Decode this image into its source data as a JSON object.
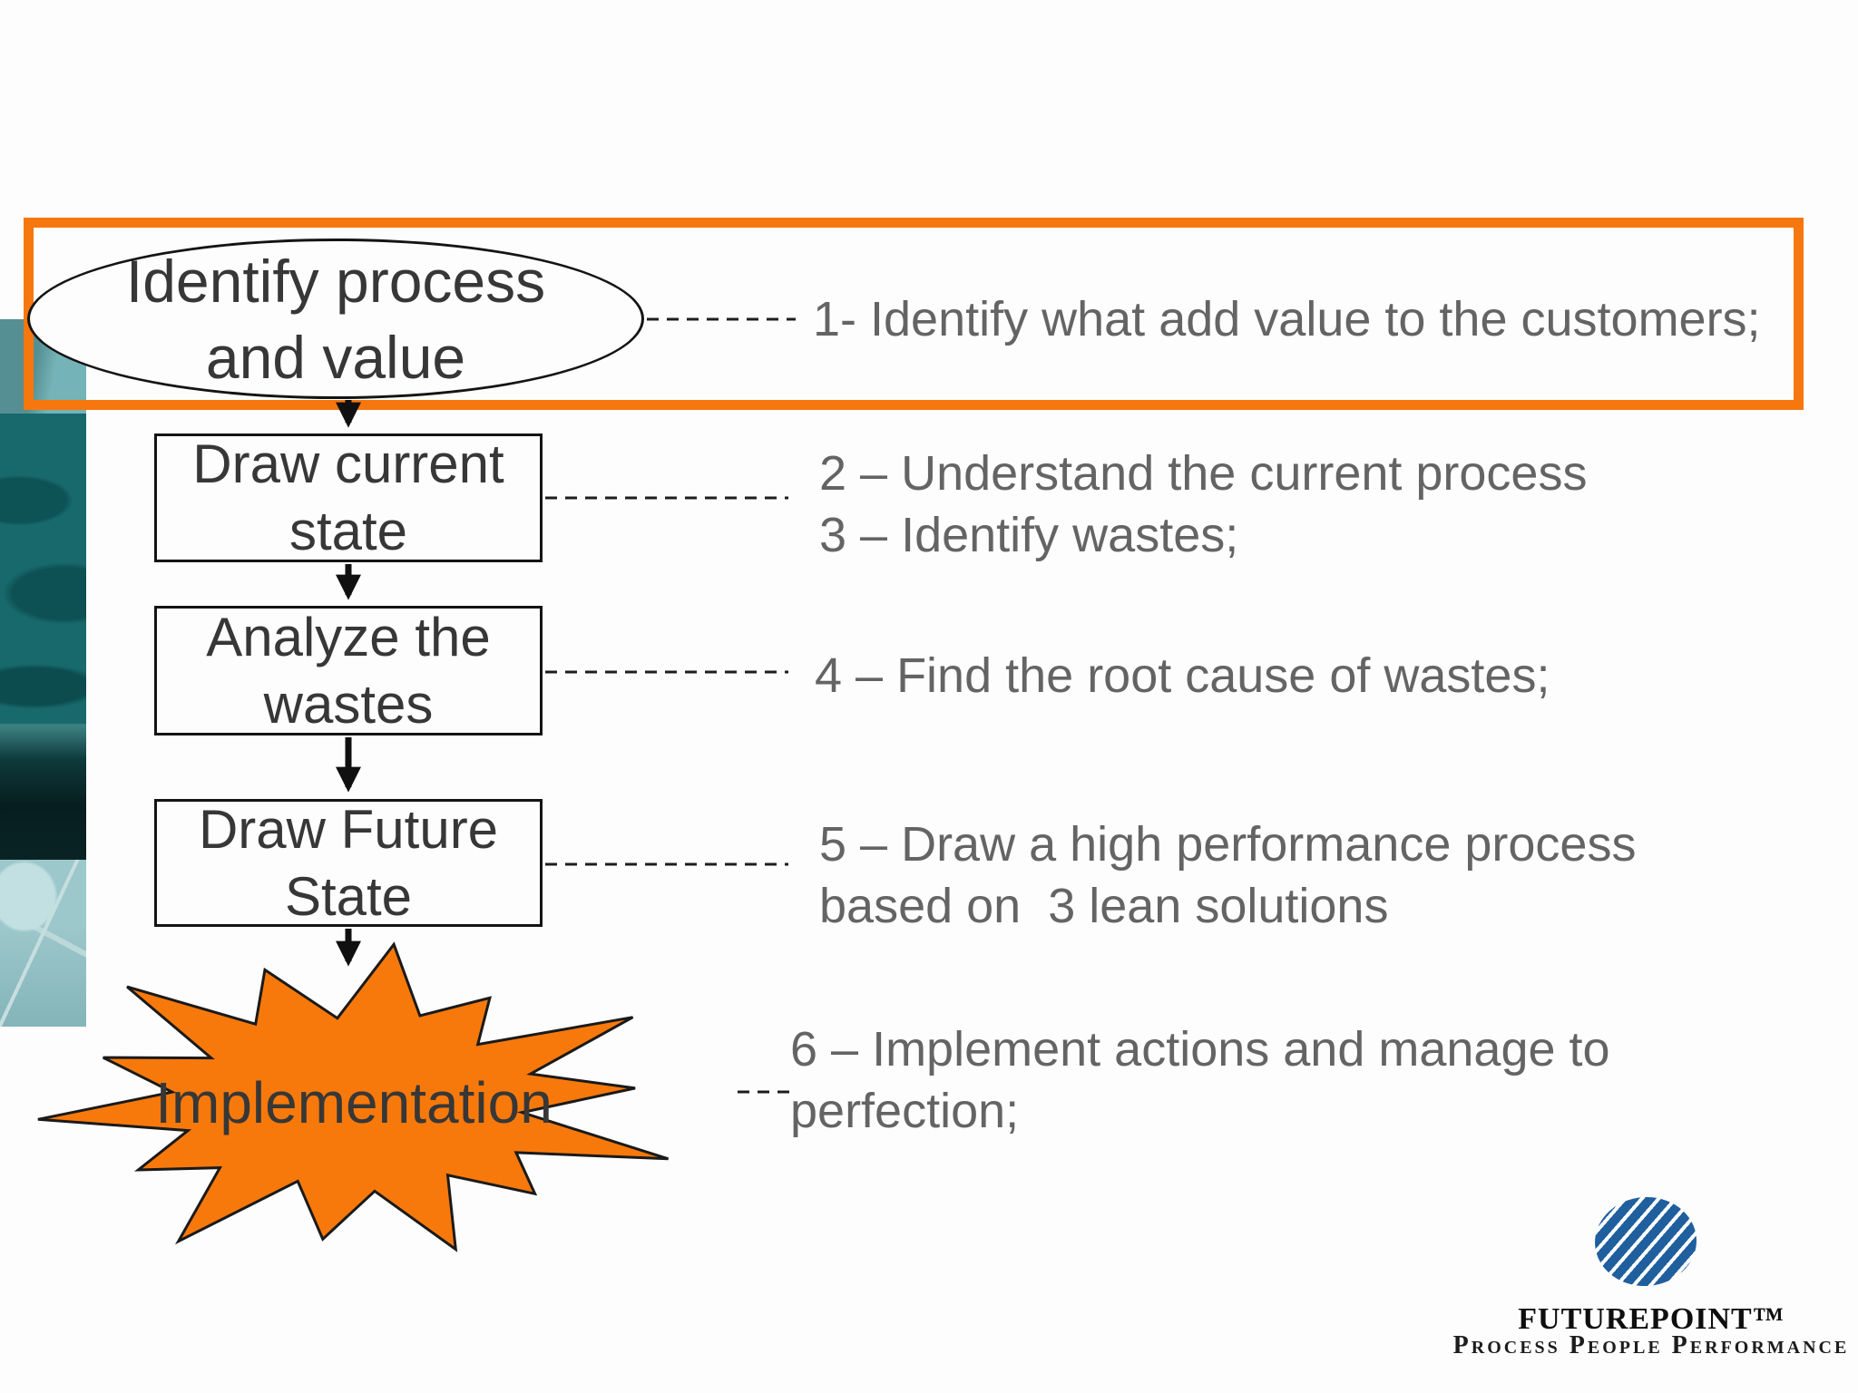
{
  "diagram": {
    "ellipse": {
      "lines": [
        "Identify process",
        "and value"
      ]
    },
    "boxes": [
      {
        "lines": [
          "Draw current",
          "state"
        ]
      },
      {
        "lines": [
          "Analyze the",
          "wastes"
        ]
      },
      {
        "lines": [
          "Draw Future",
          "State"
        ]
      }
    ],
    "burst": {
      "label": "Implementation"
    }
  },
  "annotations": [
    {
      "lines": [
        "1- Identify what add value to the customers;"
      ]
    },
    {
      "lines": [
        "2 – Understand the current process",
        "3 – Identify wastes;"
      ]
    },
    {
      "lines": [
        "4 – Find the root cause of wastes;"
      ]
    },
    {
      "lines": [
        "5 – Draw a high performance process",
        "based on  3 lean solutions"
      ]
    },
    {
      "lines": [
        "6 – Implement actions and manage to",
        "perfection;"
      ]
    }
  ],
  "logo": {
    "brand": "FUTUREPOINT™",
    "tagline": "Process People Performance"
  },
  "icons": {
    "logo_globe": "striped-globe"
  },
  "colors": {
    "accent_orange": "#F5770E",
    "starburst_orange": "#F8790B",
    "outline_black": "#141414",
    "diagram_text": "#373737",
    "annotation_text": "#646464",
    "logo_blue": "#1F5F9E",
    "strip_teal_light": "#74B3B7",
    "strip_teal": "#17696C",
    "strip_teal_dark": "#0B2A2C",
    "strip_map": "#9CC7CB"
  }
}
